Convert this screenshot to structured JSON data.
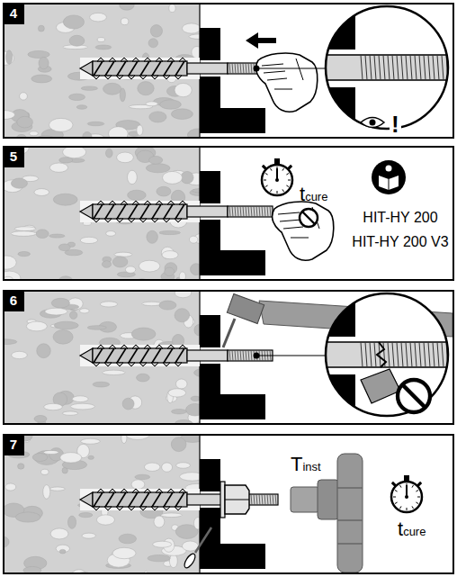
{
  "diagram": {
    "nodes": [
      {
        "text": [
          "4",
          "!"
        ]
      },
      {
        "text": [
          "5",
          "tcure",
          "HIT-HY 200",
          "HIT-HY 200 V3"
        ]
      },
      {
        "text": [
          "6"
        ]
      },
      {
        "text": [
          "7",
          "Tinst",
          "tcure"
        ]
      }
    ]
  }
}
